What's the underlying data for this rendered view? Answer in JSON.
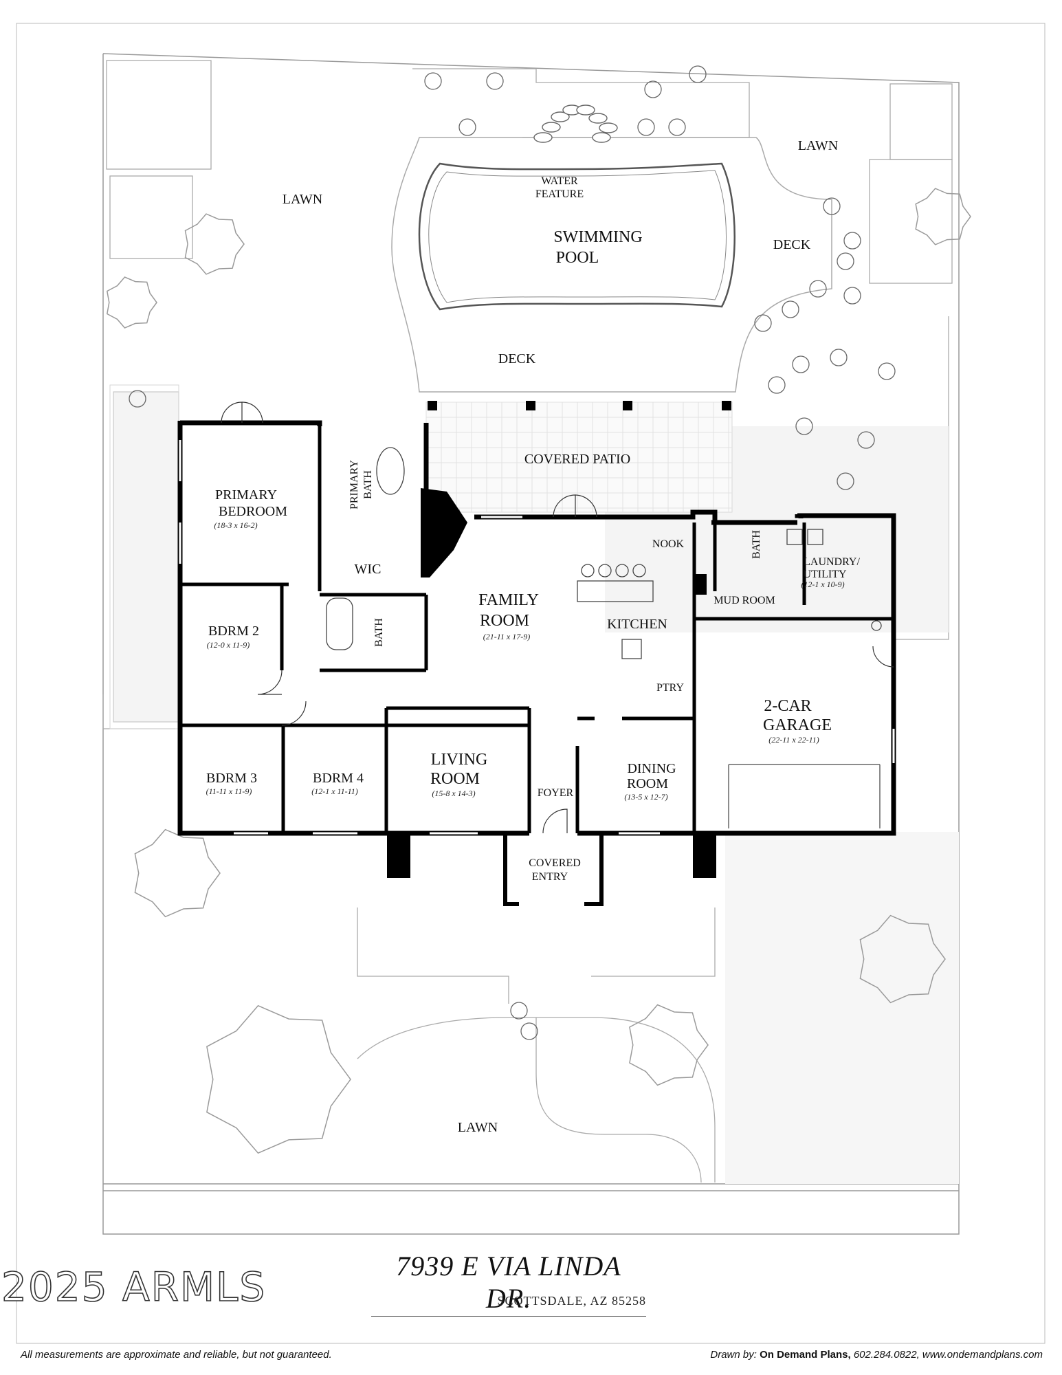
{
  "rooms": {
    "lawn_nw": "LAWN",
    "lawn_ne": "LAWN",
    "lawn_front": "LAWN",
    "water_feature_1": "WATER",
    "water_feature_2": "FEATURE",
    "pool_1": "SWIMMING",
    "pool_2": "POOL",
    "deck_east": "DECK",
    "deck_south": "DECK",
    "covered_patio": "COVERED PATIO",
    "primary_bed_1": "PRIMARY",
    "primary_bed_2": "BEDROOM",
    "primary_bed_dim": "(18-3 x 16-2)",
    "primary_bath_1": "PRIMARY",
    "primary_bath_2": "BATH",
    "wic": "WIC",
    "bath_hall": "BATH",
    "bdrm2": "BDRM 2",
    "bdrm2_dim": "(12-0 x 11-9)",
    "bdrm3": "BDRM 3",
    "bdrm3_dim": "(11-11 x 11-9)",
    "bdrm4": "BDRM 4",
    "bdrm4_dim": "(12-1 x 11-11)",
    "family_1": "FAMILY",
    "family_2": "ROOM",
    "family_dim": "(21-11 x 17-9)",
    "living_1": "LIVING",
    "living_2": "ROOM",
    "living_dim": "(15-8 x 14-3)",
    "nook": "NOOK",
    "kitchen": "KITCHEN",
    "ptry": "PTRY",
    "dining_1": "DINING",
    "dining_2": "ROOM",
    "dining_dim": "(13-5 x 12-7)",
    "foyer": "FOYER",
    "covered_entry_1": "COVERED",
    "covered_entry_2": "ENTRY",
    "bath_east": "BATH",
    "laundry_1": "LAUNDRY/",
    "laundry_2": "UTILITY",
    "laundry_dim": "(12-1 x 10-9)",
    "mud_room": "MUD ROOM",
    "garage_1": "2-CAR",
    "garage_2": "GARAGE",
    "garage_dim": "(22-11 x 22-11)"
  },
  "footer": {
    "address": "7939 E VIA LINDA DR.",
    "city": "SCOTTSDALE, AZ 85258",
    "watermark": "2025 ARMLS",
    "disclaimer": "All measurements are approximate and reliable, but not guaranteed.",
    "drawn_by_label": "Drawn by:",
    "drawn_by_company": "On Demand Plans,",
    "drawn_by_contact": "602.284.0822, www.ondemandplans.com"
  },
  "colors": {
    "wall": "#000000",
    "line": "#888888",
    "tree": "#9a9a9a"
  }
}
